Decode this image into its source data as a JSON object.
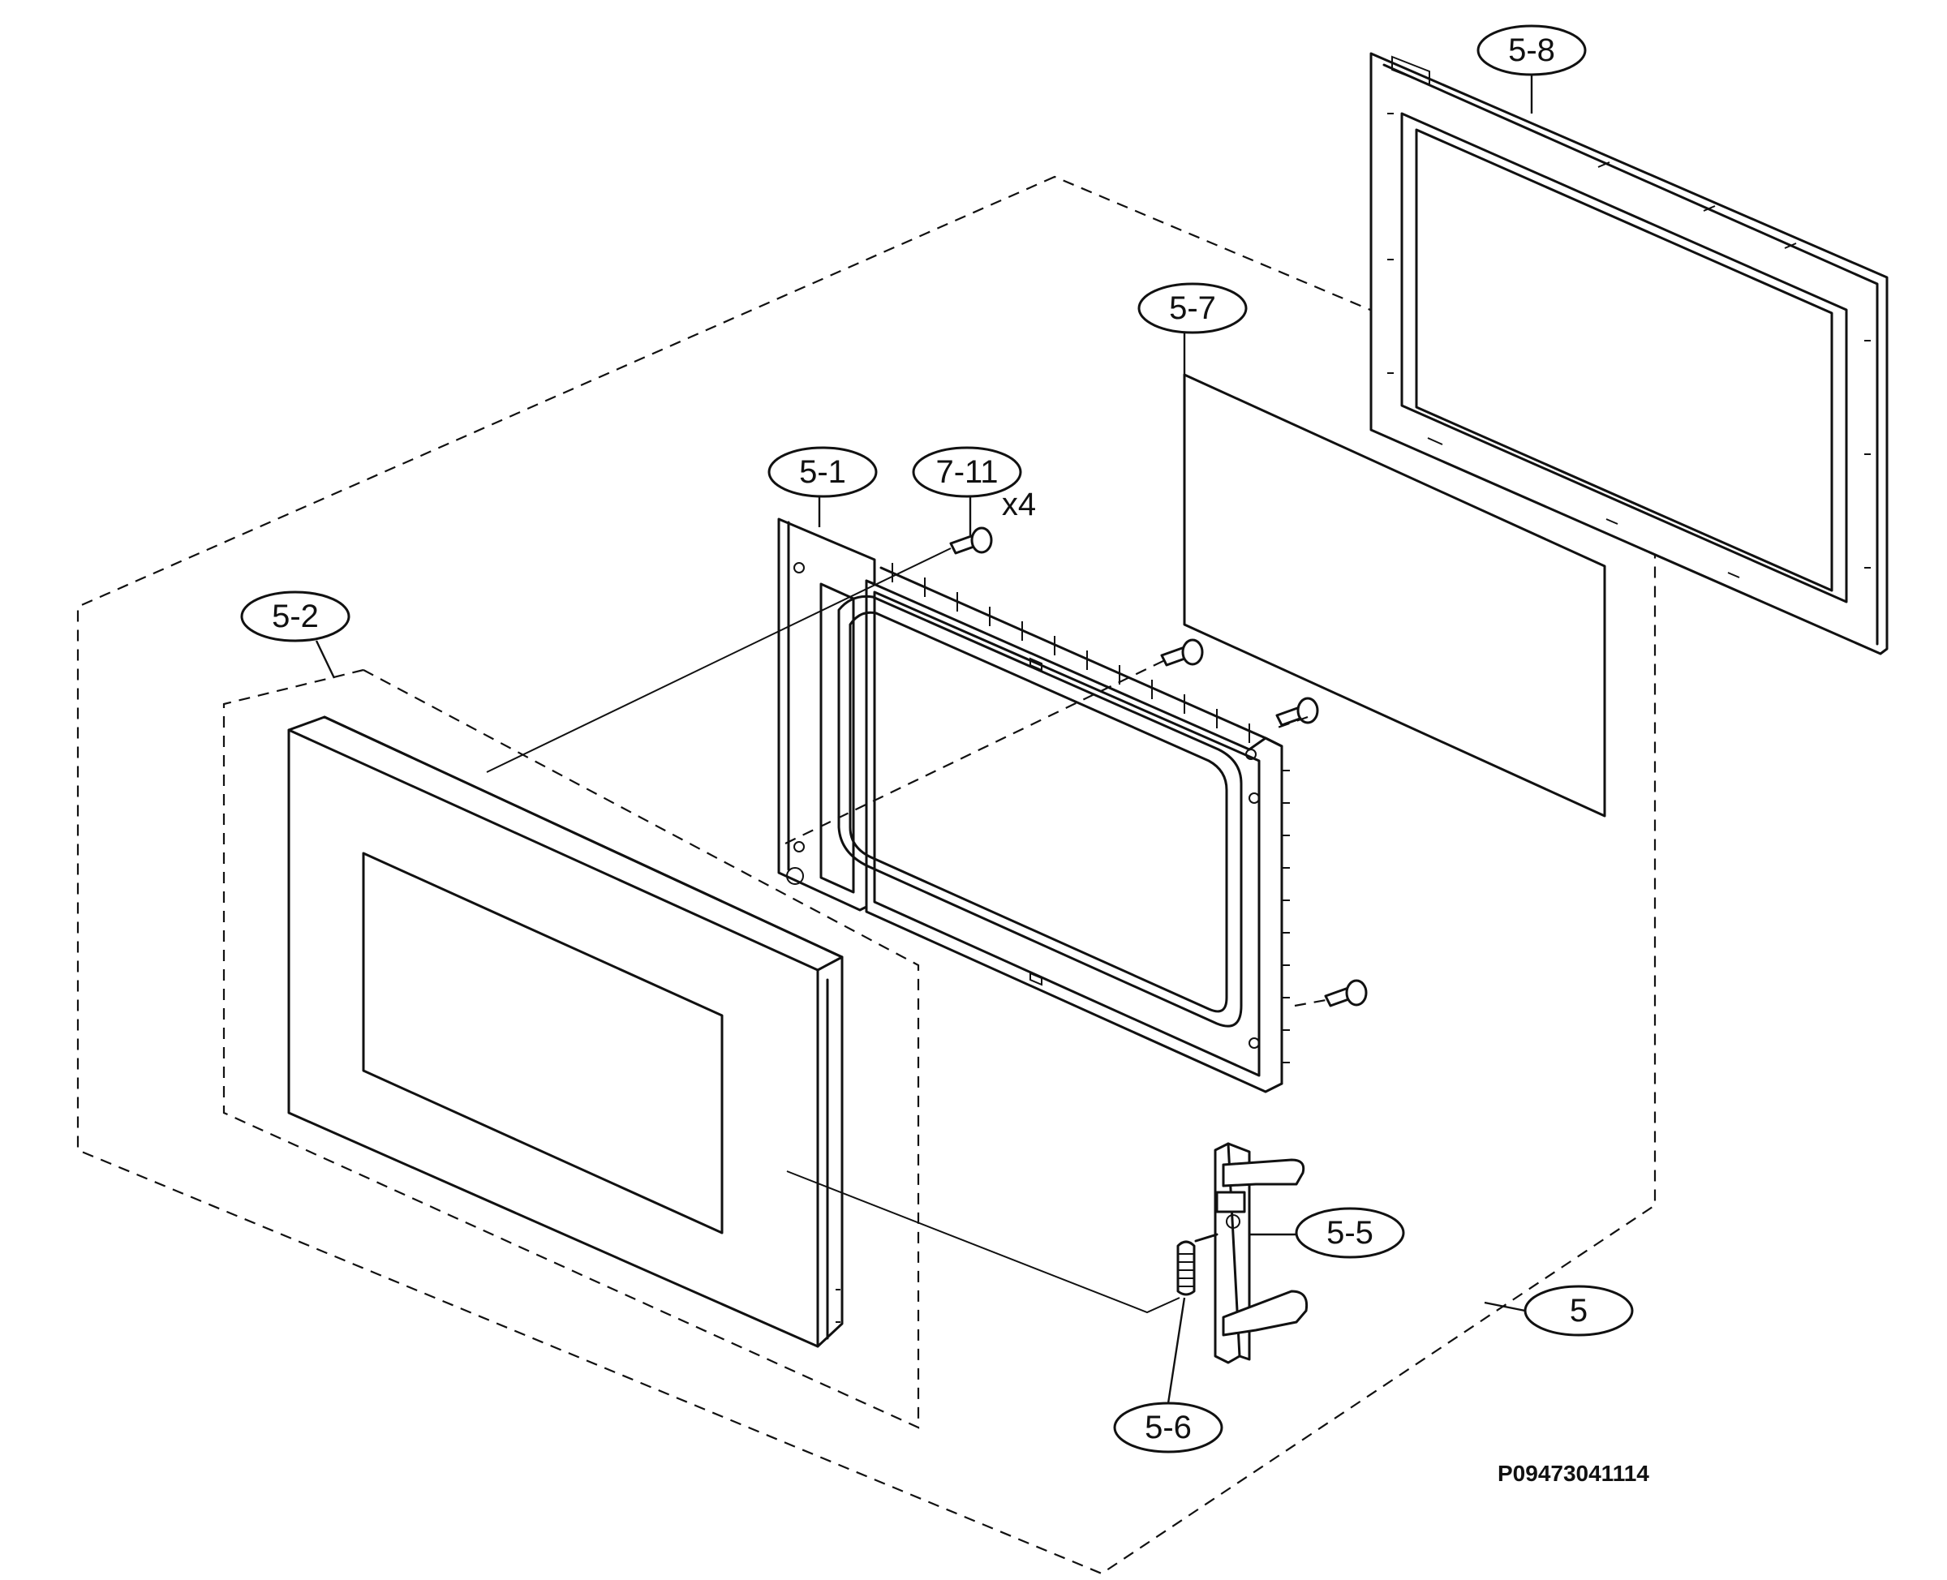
{
  "callouts": {
    "c5_8": "5-8",
    "c5_7": "5-7",
    "c5_1": "5-1",
    "c7_11": "7-11",
    "c5_2": "5-2",
    "c5_5": "5-5",
    "c5": "5",
    "c5_6": "5-6"
  },
  "quantity_note": "x4",
  "drawing_code": "P09473041114",
  "line_color": "#111111",
  "background_color": "#ffffff"
}
